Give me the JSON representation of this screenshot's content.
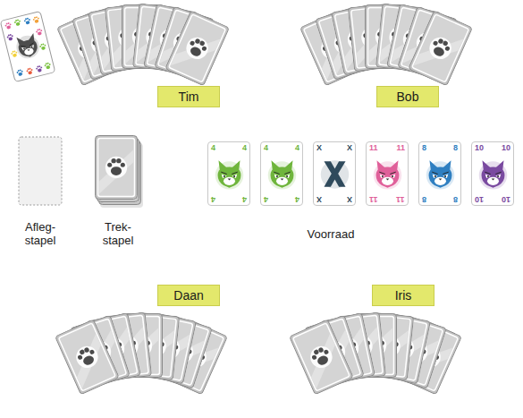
{
  "diagram": {
    "nodes": [
      {
        "text": [
          "Tim"
        ]
      },
      {
        "text": [
          "Bob"
        ]
      },
      {
        "text": [
          "4",
          "4",
          "4",
          "4"
        ]
      },
      {
        "text": [
          "4",
          "4",
          "4",
          "4"
        ]
      },
      {
        "text": [
          "X",
          "X",
          "X",
          "X"
        ]
      },
      {
        "text": [
          "11",
          "11",
          "11",
          "11"
        ]
      },
      {
        "text": [
          "8",
          "8",
          "8",
          "8"
        ]
      },
      {
        "text": [
          "10",
          "10",
          "10",
          "10"
        ]
      },
      {
        "text": [
          "Daan"
        ]
      },
      {
        "text": [
          "Iris"
        ]
      }
    ],
    "labels": [
      "Afleg- stapel",
      "Trek- stapel",
      "Voorraad"
    ]
  }
}
